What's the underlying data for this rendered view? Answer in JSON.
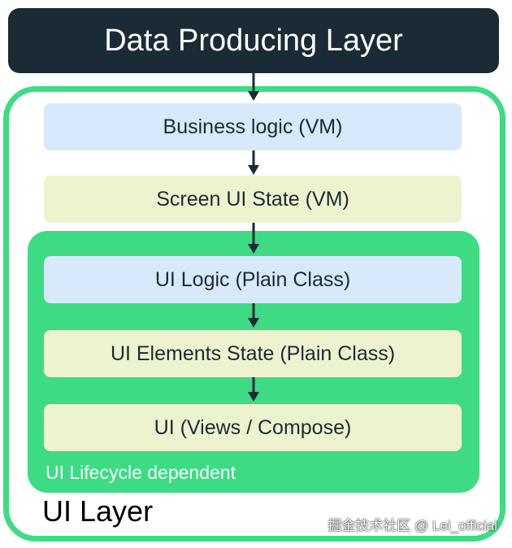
{
  "diagram": {
    "top_layer": "Data Producing Layer",
    "ui_layer_label": "UI Layer",
    "lifecycle_label": "UI Lifecycle dependent",
    "boxes": {
      "business_logic": "Business logic (VM)",
      "screen_ui_state": "Screen UI State (VM)",
      "ui_logic": "UI Logic (Plain Class)",
      "ui_elements_state": "UI Elements State (Plain Class)",
      "ui_views": "UI (Views / Compose)"
    }
  },
  "watermark": "掘金技术社区 @ Lei_official",
  "colors": {
    "top_bar": "#1b2b36",
    "ui_layer_border": "#3ddc84",
    "lifecycle_fill": "#3ddc84",
    "logic_box": "#d7e9fb",
    "state_box": "#eef3cf",
    "arrow": "#1b2b36"
  }
}
